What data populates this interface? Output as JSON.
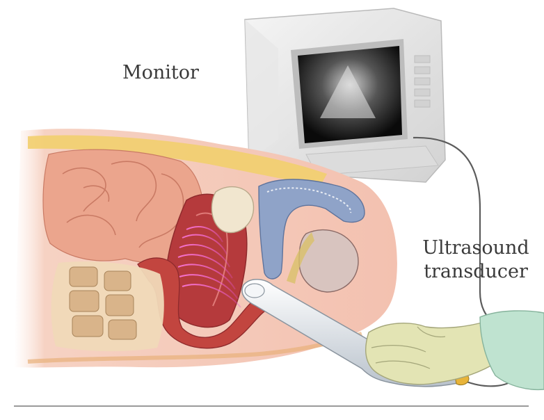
{
  "labels": {
    "monitor": "Monitor",
    "transducer_line1": "Ultrasound",
    "transducer_line2": "transducer"
  },
  "colors": {
    "skin": "#f3c1b0",
    "fat": "#f2cf6e",
    "intestine": "#eba58d",
    "uterus": "#b53a3c",
    "bladder": "#f1e6cf",
    "spine_bone": "#d9b48a",
    "penis_tissue": "#8fa3c8",
    "ultrasound_waves": "#e04fc8",
    "glove": "#e3e4b4",
    "gown": "#bfe3d0",
    "monitor_case": "#d9d9d9",
    "screen": "#101010",
    "probe": "#e8ecf0"
  }
}
